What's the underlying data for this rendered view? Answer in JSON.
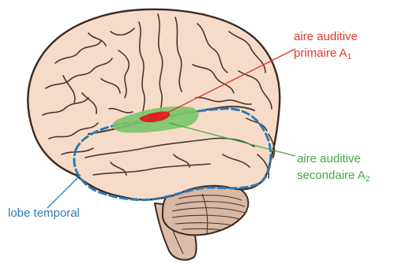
{
  "colors": {
    "brain_fill": "#f6dcc8",
    "brain_outline": "#3a2a24",
    "sulcus": "#4a3530",
    "cerebellum_fill": "#d9b8a4",
    "brainstem_fill": "#ddbda8",
    "temporal_dash": "#2f7ab5",
    "primary_area": "#d8261f",
    "secondary_area": "#7cc46a",
    "primary_text": "#e2362c",
    "secondary_text": "#46a745",
    "temporal_text": "#2f7ab5"
  },
  "labels": {
    "primary": {
      "line1": "aire auditive",
      "line2": "primaire A",
      "subscript": "1"
    },
    "secondary": {
      "line1": "aire auditive",
      "line2": "secondaire A",
      "subscript": "2"
    },
    "temporal": {
      "text": "lobe temporal"
    }
  },
  "icons": {
    "brain": "brain-lateral-view-icon"
  }
}
